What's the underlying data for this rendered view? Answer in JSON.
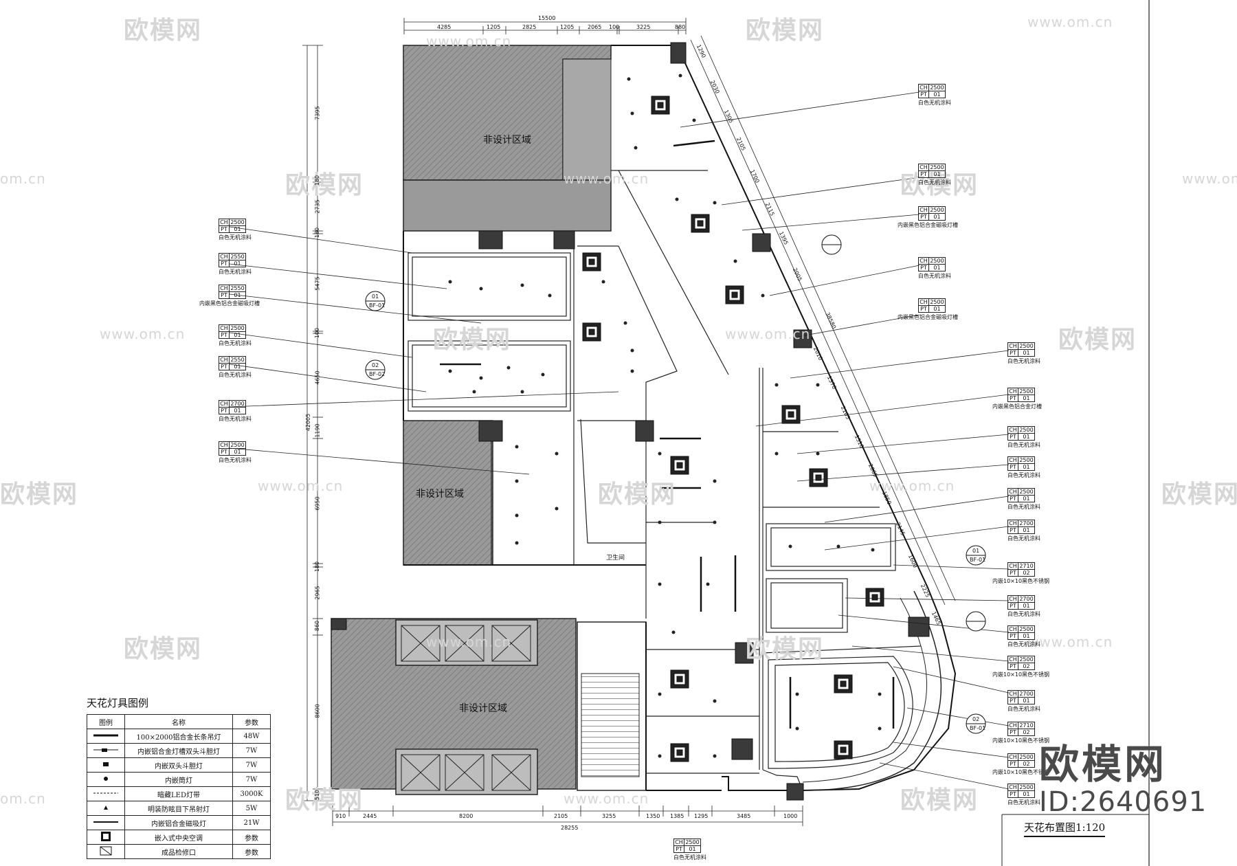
{
  "watermark": {
    "brand_cn": "欧模网",
    "url": "www.om.cn",
    "url_short": "om.cn"
  },
  "brand_block": {
    "name": "欧模网",
    "id": "ID:2640691"
  },
  "drawing": {
    "title": "天花布置图1:120",
    "rooms": {
      "non_design_top": "非设计区域",
      "non_design_mid": "非设计区域",
      "non_design_bottom": "非设计区域",
      "washroom": "卫生间"
    },
    "top_dimensions": [
      "15500",
      "4285",
      "1205",
      "2825",
      "1205",
      "2065",
      "100",
      "3225",
      "880"
    ],
    "bottom_dimensions": [
      "28255",
      "910",
      "2445",
      "8200",
      "2105",
      "3255",
      "1350",
      "1385",
      "1295",
      "3485",
      "1000"
    ],
    "left_dimensions": [
      "42005",
      "7395",
      "180",
      "2735",
      "180",
      "5475",
      "100",
      "4650",
      "1190",
      "6950",
      "180",
      "2965",
      "860",
      "8600",
      "510"
    ],
    "diag_dimensions": [
      "1290",
      "2030",
      "1305",
      "2105",
      "1700",
      "2115",
      "1395",
      "2005",
      "38580",
      "2010",
      "1370",
      "2105",
      "1510",
      "2065",
      "1850",
      "2145",
      "1600",
      "2225",
      "1465"
    ]
  },
  "tags_left": [
    {
      "ch": "2500",
      "pt": "01",
      "desc": "白色无机涂料"
    },
    {
      "ch": "2550",
      "pt": "01",
      "desc": "白色无机涂料"
    },
    {
      "ch": "2550",
      "pt": "01",
      "desc": "内嵌黑色铝合金磁吸灯槽"
    },
    {
      "ch": "2500",
      "pt": "01",
      "desc": "白色无机涂料"
    },
    {
      "ch": "2550",
      "pt": "01",
      "desc": "白色无机涂料"
    },
    {
      "ch": "2700",
      "pt": "01",
      "desc": "白色无机涂料"
    },
    {
      "ch": "2500",
      "pt": "01",
      "desc": "白色无机涂料"
    }
  ],
  "tags_right_upper": [
    {
      "ch": "2500",
      "pt": "01",
      "desc": "白色无机涂料"
    },
    {
      "ch": "2500",
      "pt": "01",
      "desc": "白色无机涂料"
    },
    {
      "ch": "2500",
      "pt": "01",
      "desc": "内嵌黑色铝合金磁吸灯槽"
    },
    {
      "ch": "2500",
      "pt": "01",
      "desc": "白色无机涂料"
    },
    {
      "ch": "2500",
      "pt": "01",
      "desc": "内嵌黑色铝合金磁吸灯槽"
    }
  ],
  "tags_right_lower": [
    {
      "ch": "2500",
      "pt": "01",
      "desc": "白色无机涂料"
    },
    {
      "ch": "2500",
      "pt": "01",
      "desc": "内嵌黑色铝合金灯槽"
    },
    {
      "ch": "2500",
      "pt": "01",
      "desc": "白色无机涂料"
    },
    {
      "ch": "2500",
      "pt": "01",
      "desc": "白色无机涂料"
    },
    {
      "ch": "2500",
      "pt": "01",
      "desc": "白色无机涂料"
    },
    {
      "ch": "2700",
      "pt": "01",
      "desc": "白色无机涂料"
    },
    {
      "ch": "2710",
      "pt": "02",
      "desc": "内嵌10×10黑色不锈钢"
    },
    {
      "ch": "2700",
      "pt": "01",
      "desc": "白色无机涂料"
    },
    {
      "ch": "2500",
      "pt": "01",
      "desc": "白色无机涂料"
    },
    {
      "ch": "2500",
      "pt": "02",
      "desc": "内嵌10×10黑色不锈钢"
    },
    {
      "ch": "2700",
      "pt": "01",
      "desc": "白色无机涂料"
    },
    {
      "ch": "2710",
      "pt": "02",
      "desc": "内嵌10×10黑色不锈钢"
    },
    {
      "ch": "2500",
      "pt": "02",
      "desc": "内嵌10×10黑色不锈钢"
    },
    {
      "ch": "2500",
      "pt": "01",
      "desc": "白色无机涂料"
    }
  ],
  "tag_bottom": {
    "ch": "2500",
    "pt": "01",
    "desc": "白色无机涂料"
  },
  "tag_labels": {
    "ch": "CH",
    "pt": "PT"
  },
  "legend": {
    "title": "天花灯具图例",
    "headers": [
      "图例",
      "名称",
      "参数"
    ],
    "rows": [
      {
        "name": "100×2000铝合金长条吊灯",
        "param": "48W"
      },
      {
        "name": "内嵌铝合金灯槽双头斗胆灯",
        "param": "7W"
      },
      {
        "name": "内嵌双头斗胆灯",
        "param": "7W"
      },
      {
        "name": "内嵌筒灯",
        "param": "7W"
      },
      {
        "name": "暗藏LED灯带",
        "param": "3000K"
      },
      {
        "name": "明装防眩目下吊射灯",
        "param": "5W"
      },
      {
        "name": "内嵌铝合金磁吸灯",
        "param": "21W"
      },
      {
        "name": "嵌入式中央空调",
        "param": "参数"
      },
      {
        "name": "成品检修口",
        "param": "参数"
      }
    ]
  },
  "section_markers": [
    "01",
    "BF-01",
    "02",
    "BF-02",
    "01",
    "BF-01",
    "02",
    "BF-01"
  ]
}
